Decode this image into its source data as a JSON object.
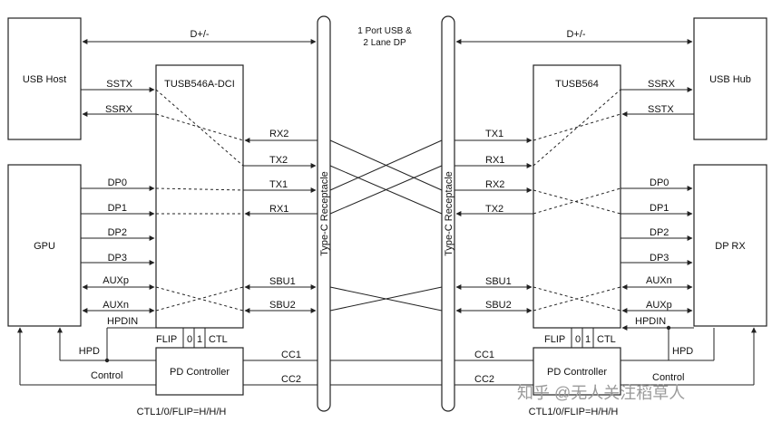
{
  "blocks": {
    "usb_host": "USB Host",
    "gpu": "GPU",
    "usb_hub": "USB Hub",
    "dp_rx": "DP RX",
    "left_chip": "TUSB546A-DCI",
    "right_chip": "TUSB564",
    "left_pd": "PD Controller",
    "right_pd": "PD Controller",
    "left_receptacle": "Type-C Receptacle",
    "right_receptacle": "Type-C Receptacle"
  },
  "title": [
    "1 Port USB &",
    "2 Lane DP"
  ],
  "labels": {
    "d_pm": "D+/-",
    "sstx": "SSTX",
    "ssrx": "SSRX",
    "dp0": "DP0",
    "dp1": "DP1",
    "dp2": "DP2",
    "dp3": "DP3",
    "auxp": "AUXp",
    "auxn": "AUXn",
    "hpdin": "HPDIN",
    "hpd": "HPD",
    "control": "Control",
    "flip": "FLIP",
    "zero": "0",
    "one": "1",
    "ctl": "CTL",
    "rx1": "RX1",
    "rx2": "RX2",
    "tx1": "TX1",
    "tx2": "TX2",
    "sbu1": "SBU1",
    "sbu2": "SBU2",
    "cc1": "CC1",
    "cc2": "CC2",
    "footer": "CTL1/0/FLIP=H/H/H"
  },
  "watermark": "知乎 @无人关注稻草人",
  "colors": {
    "line": "#222222",
    "background": "#ffffff",
    "watermark": "#9a9a9a"
  }
}
